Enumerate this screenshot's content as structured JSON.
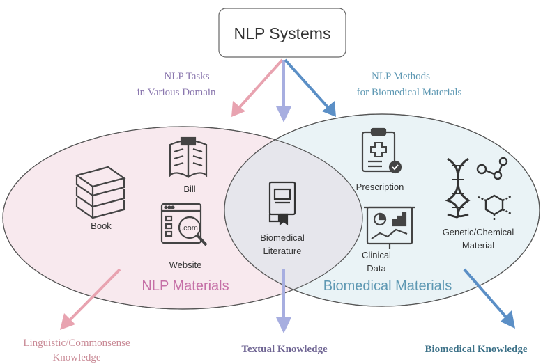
{
  "top_box": {
    "label": "NLP Systems"
  },
  "arrows": {
    "left_label_line1": "NLP Tasks",
    "left_label_line2": "in Various Domain",
    "right_label_line1": "NLP Methods",
    "right_label_line2": "for Biomedical Materials"
  },
  "left_circle": {
    "title": "NLP Materials",
    "items": {
      "book": "Book",
      "bill": "Bill",
      "website": "Website"
    }
  },
  "middle": {
    "line1": "Biomedical",
    "line2": "Literature"
  },
  "right_circle": {
    "title": "Biomedical Materials",
    "items": {
      "prescription": "Prescription",
      "clinical_line1": "Clinical",
      "clinical_line2": "Data",
      "genetic_line1": "Genetic/Chemical",
      "genetic_line2": "Material"
    }
  },
  "outputs": {
    "left_line1": "Linguistic/Commonsense",
    "left_line2": "Knowledge",
    "middle": "Textual Knowledge",
    "right": "Biomedical Knowledge"
  },
  "colors": {
    "pink": "#e8a3b0",
    "lavender": "#a7aee0",
    "blue": "#5b8fc6",
    "left_fill": "#f8e9ee",
    "right_fill": "#eaf3f6",
    "overlap_fill": "#e6e6ec",
    "pink_text": "#c56fa6",
    "purple_text": "#8a77ae",
    "teal_text": "#5e98b3",
    "output_teal": "#3b7087",
    "output_purple": "#6f6593",
    "output_pink": "#c98a96"
  },
  "icons": [
    "books-icon",
    "bill-icon",
    "website-icon",
    "document-icon",
    "prescription-icon",
    "clinical-data-icon",
    "dna-icon",
    "molecule-icon"
  ]
}
